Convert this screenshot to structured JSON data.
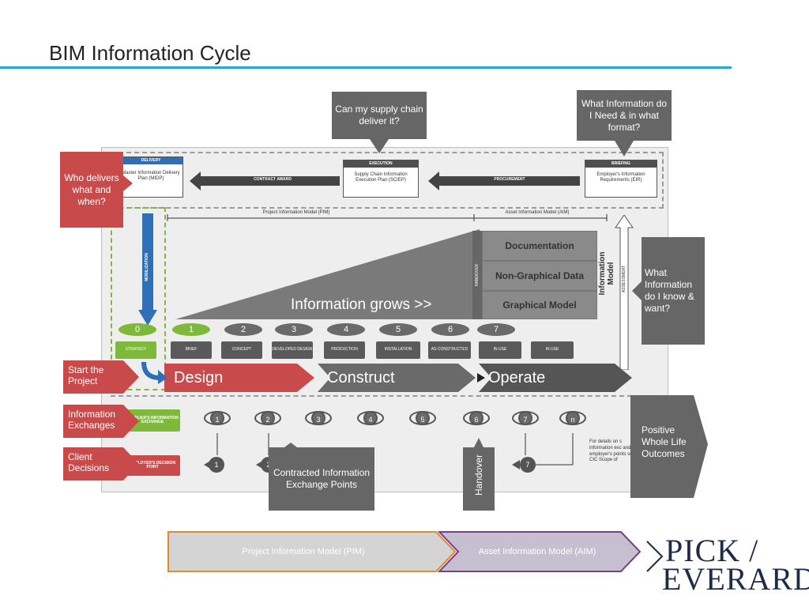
{
  "title": "BIM Information Cycle",
  "callouts": {
    "supply": "Can my supply chain deliver it?",
    "info_need": "What Information do I Need & in what format?",
    "who": "Who delivers what and when?",
    "know": "What Information do I know & want?",
    "positive": "Positive Whole Life Outcomes",
    "contracted": "Contracted Information Exchange Points",
    "handover": "Handover"
  },
  "left_labels": {
    "start": "Start the Project",
    "exchanges": "Information Exchanges",
    "decisions": "Client Decisions"
  },
  "top_boxes": {
    "delivery_hdr": "DELIVERY",
    "delivery_body": "Master Information Delivery Plan (MIDP)",
    "execution_hdr": "EXECUTION",
    "execution_body": "Supply Chain Information Execution Plan (SCIEP)",
    "briefing_hdr": "BRIEFING",
    "briefing_body": "Employer's Information Requirements (EIR)",
    "contract_award": "CONTRACT AWARD",
    "procurement": "PROCUREMENT"
  },
  "models": {
    "pim": "Project Information Model (PIM)",
    "aim": "Asset Information Model (AIM)",
    "information_model": "Information Model",
    "assessment": "ASSESSMENT",
    "mobilization": "MOBILIZATION",
    "handover_vert": "HANDOVER"
  },
  "triangle_text": "Information grows >>",
  "stack": [
    "Documentation",
    "Non-Graphical Data",
    "Graphical Model"
  ],
  "stage_numbers": [
    "0",
    "1",
    "2",
    "3",
    "4",
    "5",
    "6",
    "7"
  ],
  "stage_labels": [
    "STRATEGY",
    "BRIEF",
    "CONCEPT",
    "DEVELOPED DESIGN",
    "PRODUCTION",
    "INSTALLATION",
    "AS CONSTRUCTED",
    "IN USE",
    "IN USE"
  ],
  "phases": [
    "Design",
    "Construct",
    "Operate"
  ],
  "supplier_exchange": "SUPPLIER'S INFORMATION EXCHANGE",
  "employer_decision": "EMPLOYER'S DECISION POINT",
  "exchange_numbers": [
    "1",
    "2",
    "3",
    "4",
    "5",
    "6",
    "7",
    "n"
  ],
  "decision_numbers": [
    "1",
    "2",
    "7"
  ],
  "details_note": "For details on s information exc and employer's points se CIC Scope of",
  "footer": {
    "pim": "Project Information Model (PIM)",
    "aim": "Asset Information Model (AIM)"
  },
  "logo": {
    "line1": "PICK /",
    "line2": "EVERARD"
  },
  "colors": {
    "accent_rule": "#29a3e0",
    "red": "#c94a4a",
    "green": "#7fb93b",
    "blue": "#2f6fb8",
    "footer_orange": "#e08a2e",
    "footer_purple": "#7a3f8a",
    "logo_navy": "#1d2b4a"
  }
}
